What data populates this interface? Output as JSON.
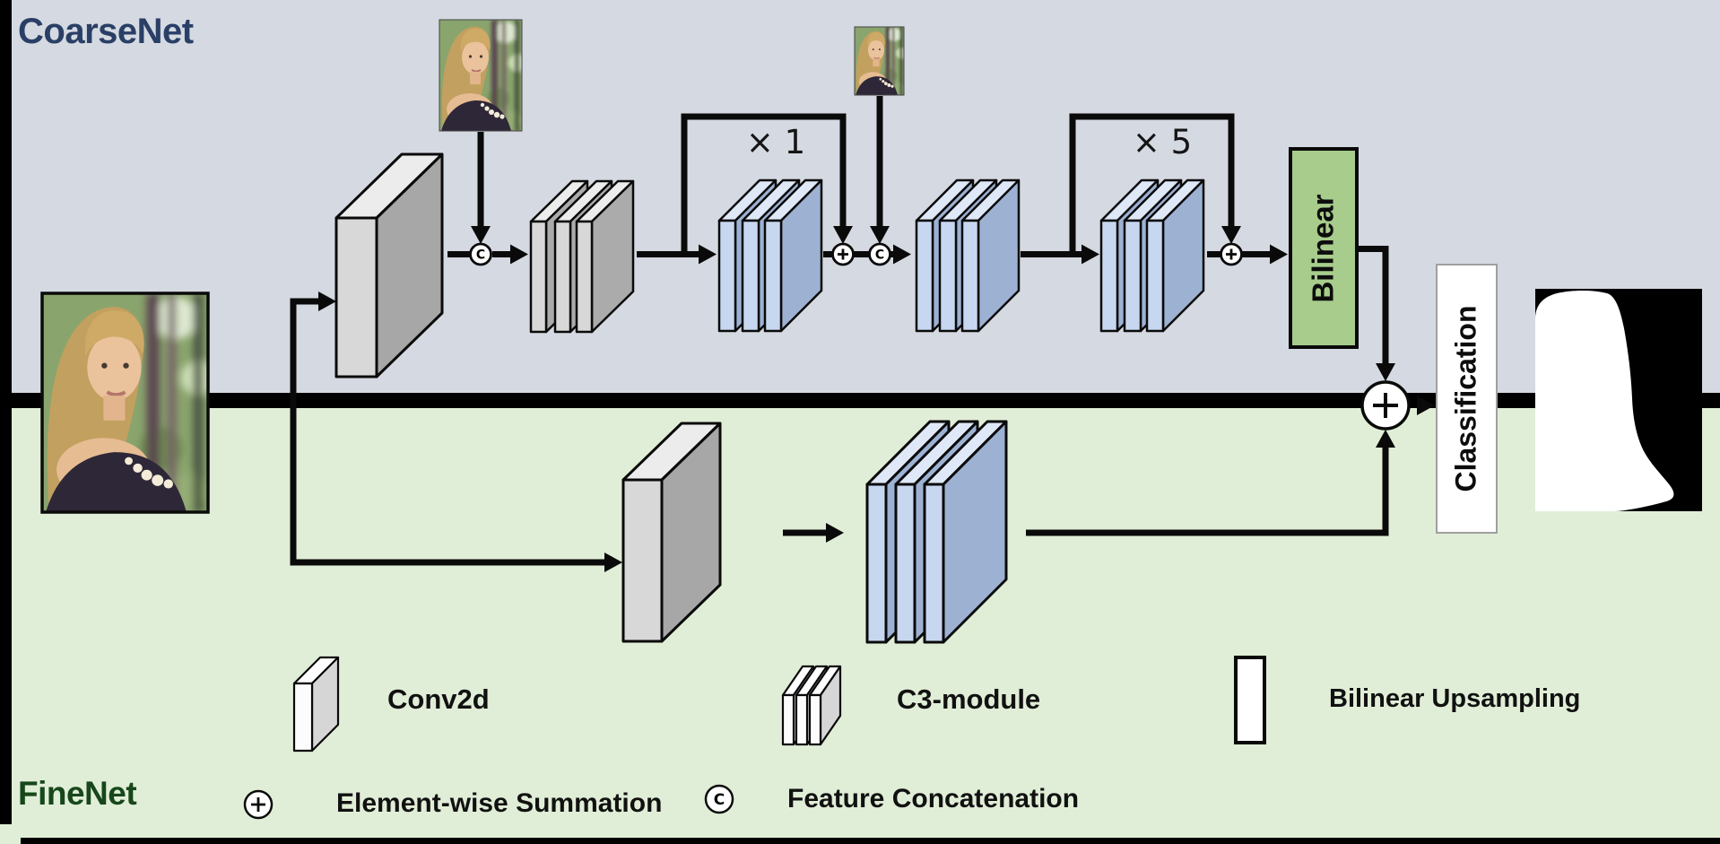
{
  "diagram": {
    "coarsenet_label": "CoarseNet",
    "finenet_label": "FineNet",
    "repeat_x1": "× 1",
    "repeat_x5": "× 5",
    "bilinear_label": "Bilinear",
    "classification_label": "Classification",
    "concat_symbol": "C",
    "sum_symbol": "+"
  },
  "legend": {
    "conv2d": "Conv2d",
    "c3_module": "C3-module",
    "bilinear_upsampling": "Bilinear Upsampling",
    "elementwise_summation": "Element-wise Summation",
    "feature_concatenation": "Feature Concatenation"
  },
  "colors": {
    "coarse_bg": "#d5d9e1",
    "fine_bg": "#e1eed7",
    "divider": "#000000",
    "conv_front": "#d8d8d8",
    "conv_side": "#a7a7a7",
    "conv_top": "#ececec",
    "blue_front": "#c8d7f0",
    "blue_side": "#9db2d3",
    "blue_top": "#dfe8f7",
    "bilinear_green": "#a7cc8b",
    "coarsenet_text": "#2a3f66",
    "finenet_text": "#17471b",
    "mask_bg": "#000000",
    "mask_fg": "#ffffff"
  }
}
